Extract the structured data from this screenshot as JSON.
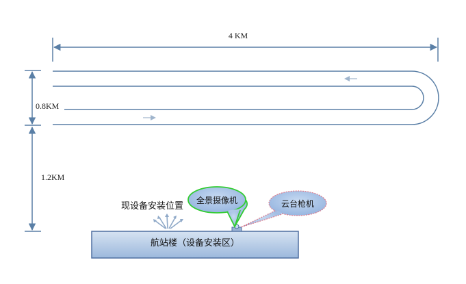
{
  "dimensions": {
    "length": "4 KM",
    "width": "0.8KM",
    "distance": "1.2KM"
  },
  "labels": {
    "current_position": "现设备安装位置",
    "building": "航站楼（设备安装区）"
  },
  "callouts": {
    "panorama_camera": "全景摄像机",
    "ptz_camera": "云台枪机"
  },
  "colors": {
    "line": "#5a7fa6",
    "arrow_accent": "#9fb4cc",
    "building_fill_top": "#d6e3f2",
    "building_fill_bottom": "#9cb8dc",
    "building_stroke": "#4f6fa0",
    "panorama_fill": "#a9c3e6",
    "panorama_stroke": "#33cc33",
    "ptz_fill": "#a9c3e6",
    "ptz_stroke": "#e07a8a"
  }
}
